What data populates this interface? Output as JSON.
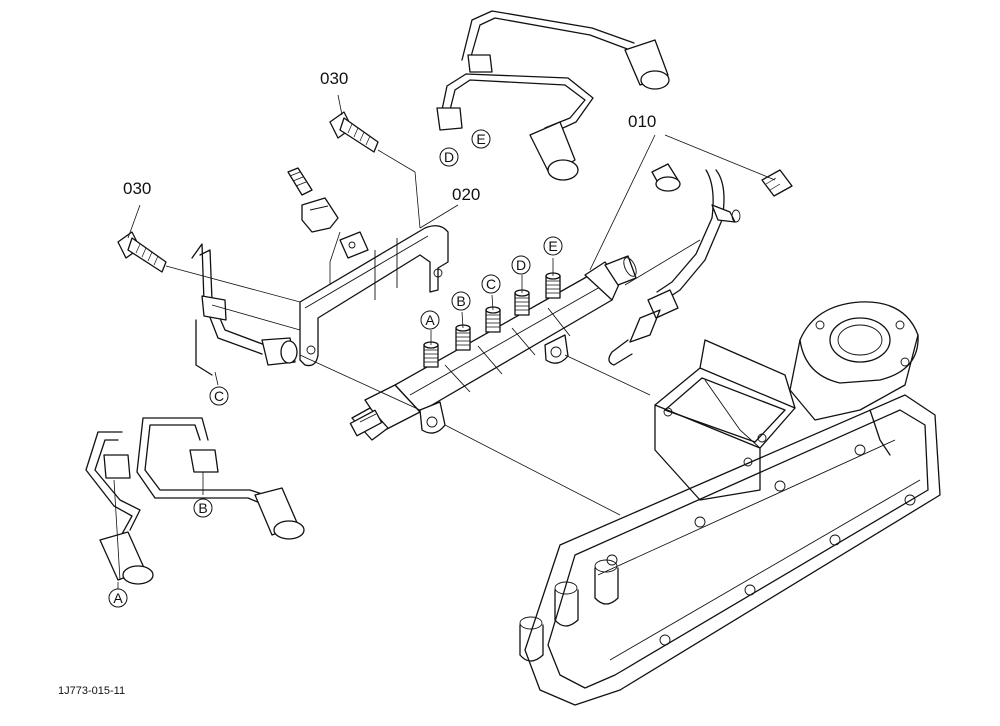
{
  "parts": [
    {
      "number": "010"
    },
    {
      "number": "020"
    },
    {
      "number": "030"
    },
    {
      "number": "030"
    }
  ],
  "connectors": [
    "A",
    "B",
    "C",
    "D",
    "E"
  ],
  "drawing_ref": "1J773-015-11"
}
